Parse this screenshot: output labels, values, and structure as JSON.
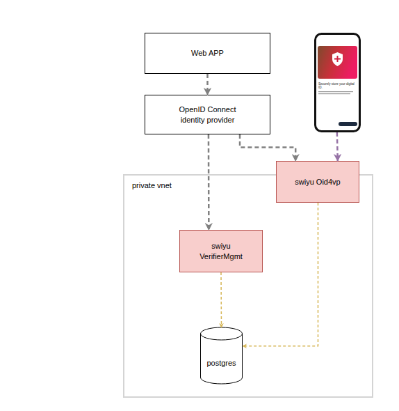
{
  "diagram": {
    "nodes": [
      {
        "text": [
          "Web APP"
        ]
      },
      {
        "text": [
          "Securely store your digital ID."
        ]
      },
      {
        "text": [
          "OpenID Connect identity provider"
        ]
      },
      {
        "text": [
          "private vnet"
        ]
      },
      {
        "text": [
          "swiyu Oid4vp"
        ],
        "in": 3
      },
      {
        "text": [
          "swiyu VerifierMgmt"
        ],
        "in": 3
      },
      {
        "text": [
          "postgres"
        ],
        "in": 3
      }
    ],
    "edges": [
      {
        "from": 0,
        "to": 2,
        "arrow": "to"
      },
      {
        "from": 2,
        "to": 5,
        "arrow": "to"
      },
      {
        "from": 2,
        "to": 4,
        "arrow": "to"
      },
      {
        "from": 1,
        "to": 4,
        "arrow": "to"
      },
      {
        "from": 5,
        "to": 6,
        "arrow": "to"
      },
      {
        "from": 4,
        "to": 6,
        "arrow": "to"
      }
    ]
  }
}
